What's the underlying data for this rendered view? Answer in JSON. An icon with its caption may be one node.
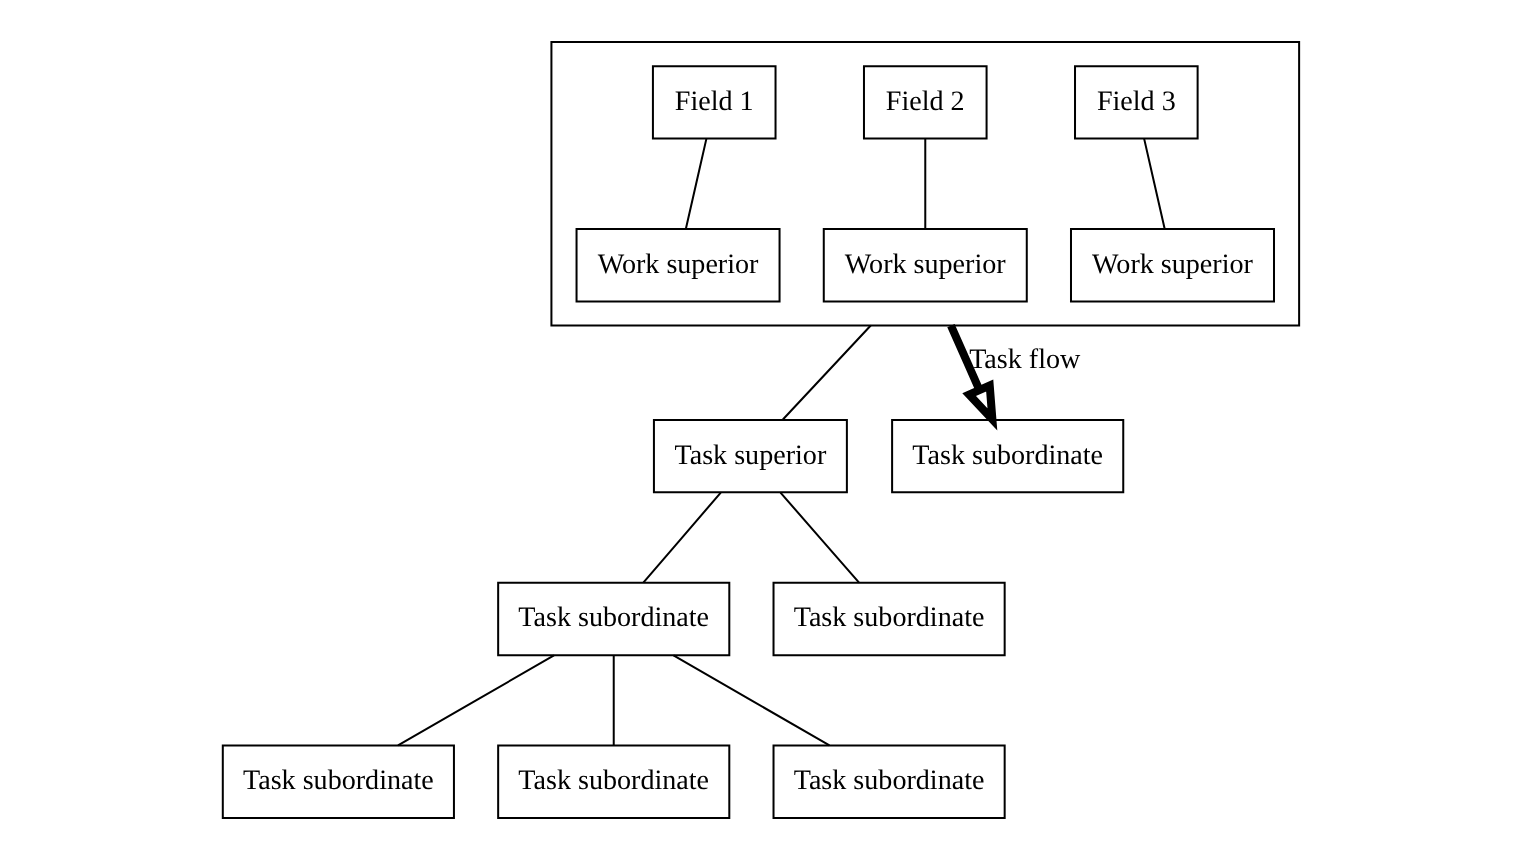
{
  "diagram": {
    "nodes": [
      {
        "text": [],
        "shape": "box"
      },
      {
        "text": [
          "Field 1"
        ],
        "in": 0
      },
      {
        "text": [
          "Work superior"
        ],
        "in": 0
      },
      {
        "text": [
          "Field 2"
        ],
        "in": 0
      },
      {
        "text": [
          "Work superior"
        ],
        "in": 0
      },
      {
        "text": [
          "Field 3"
        ],
        "in": 0
      },
      {
        "text": [
          "Work superior"
        ],
        "in": 0
      },
      {
        "text": [
          "Task superior"
        ]
      },
      {
        "text": [
          "Task subordinate"
        ]
      },
      {
        "text": [
          "Task subordinate"
        ]
      },
      {
        "text": [
          "Task subordinate"
        ]
      },
      {
        "text": [
          "Task subordinate"
        ]
      },
      {
        "text": [
          "Task subordinate"
        ]
      },
      {
        "text": [
          "Task subordinate"
        ]
      }
    ],
    "edges": [
      {
        "from": 1,
        "to": 2,
        "arrow": "none"
      },
      {
        "from": 3,
        "to": 4,
        "arrow": "none"
      },
      {
        "from": 5,
        "to": 6,
        "arrow": "none"
      },
      {
        "from": 0,
        "to": 7,
        "arrow": "none"
      },
      {
        "from": 7,
        "to": 8,
        "arrow": "none"
      },
      {
        "from": 7,
        "to": 9,
        "arrow": "none"
      },
      {
        "from": 0,
        "to": 10,
        "arrow": "to",
        "label": "Task flow",
        "style": "thick"
      },
      {
        "from": 8,
        "to": 11,
        "arrow": "none"
      },
      {
        "from": 8,
        "to": 12,
        "arrow": "none"
      },
      {
        "from": 8,
        "to": 13,
        "arrow": "none"
      }
    ]
  }
}
